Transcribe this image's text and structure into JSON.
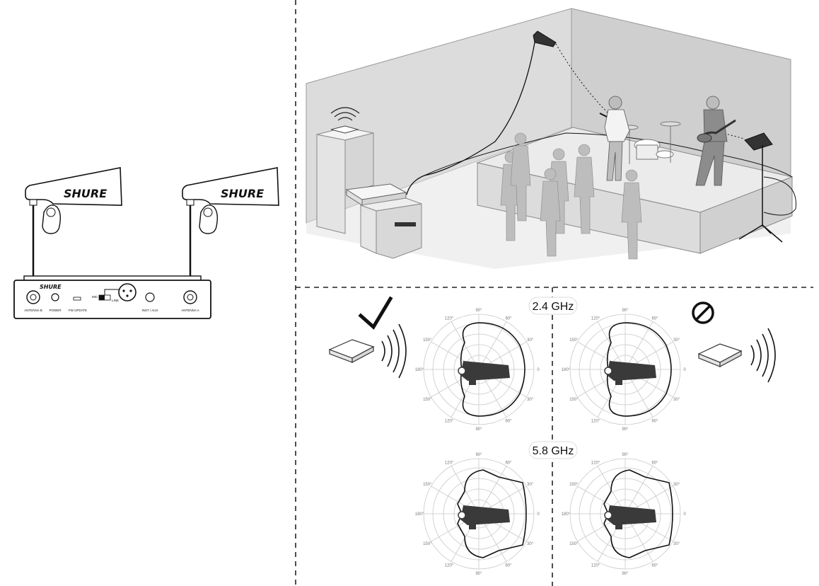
{
  "brand": "SHURE",
  "receiver": {
    "brand": "SHURE",
    "antenna_b": "ANTENNA B",
    "power": "POWER",
    "fw_update": "FW UPDATE",
    "mic": "MIC",
    "line": "LINE",
    "inst_aux": "INST / AUX",
    "antenna_a": "ANTENNA A"
  },
  "bands": {
    "band_24": "2.4 GHz",
    "band_58": "5.8 GHz"
  },
  "polar_labels": {
    "top": "90°",
    "bottom": "90°",
    "upper_left_1": "120°",
    "upper_left_2": "150°",
    "left": "180°",
    "lower_left_2": "150°",
    "lower_left_1": "120°",
    "upper_right_1": "60°",
    "upper_right_2": "30°",
    "right": "0",
    "lower_right_2": "30°",
    "lower_right_1": "60°"
  },
  "colors": {
    "ink": "#111111",
    "wall": "#d9d9d9",
    "wall_dark": "#c7c7c7",
    "floor": "#efefef",
    "stage": "#e6e6e6",
    "person": "#bdbdbd",
    "paddle": "#3a3a3a",
    "grid": "#c8c8c8"
  },
  "icons": {
    "good": "checkmark-icon",
    "bad": "prohibited-icon",
    "wifi": "wifi-icon"
  }
}
